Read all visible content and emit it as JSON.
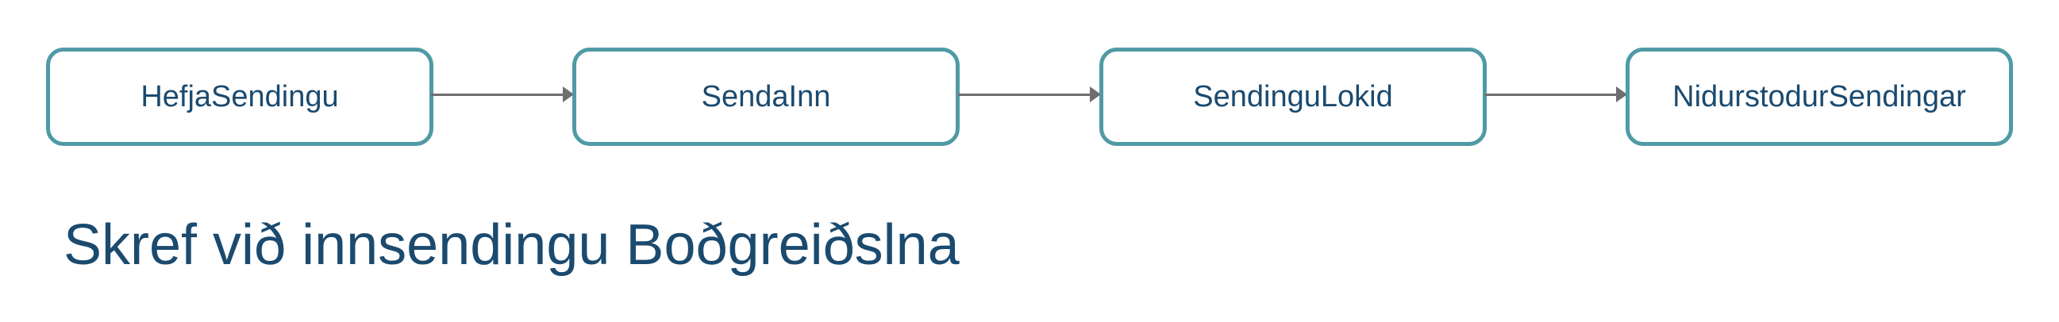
{
  "diagram": {
    "steps": [
      {
        "label": "HefjaSendingu"
      },
      {
        "label": "SendaInn"
      },
      {
        "label": "SendinguLokid"
      },
      {
        "label": "NidurstodurSendingar"
      }
    ],
    "title": "Skref við innsendingu Boðgreiðslna",
    "colors": {
      "box_border": "#4f9aa5",
      "text": "#1b4a6f",
      "arrow": "#6e6e6e"
    }
  }
}
